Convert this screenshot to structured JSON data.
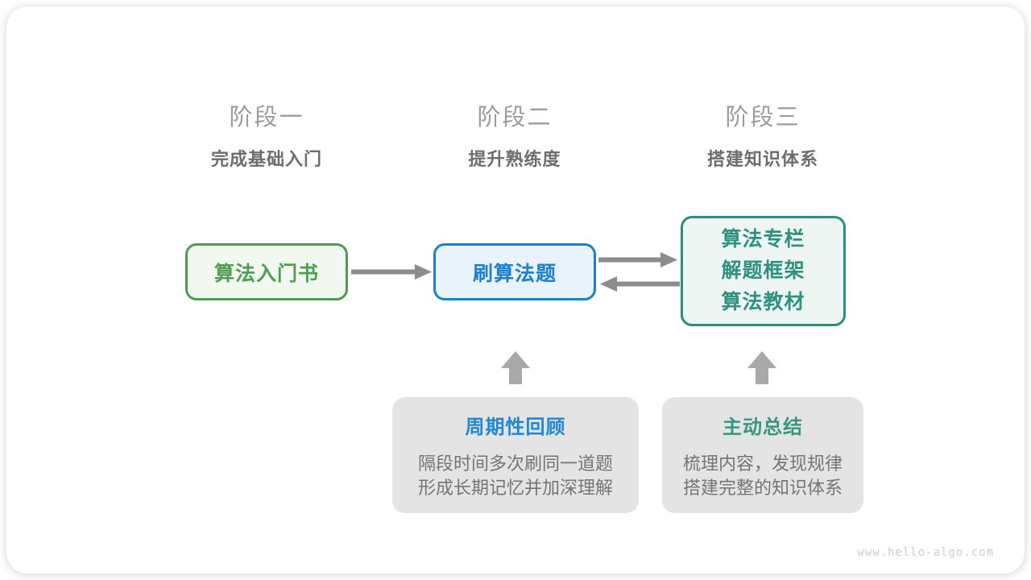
{
  "stages": [
    {
      "label": "阶段一",
      "subtitle": "完成基础入门"
    },
    {
      "label": "阶段二",
      "subtitle": "提升熟练度"
    },
    {
      "label": "阶段三",
      "subtitle": "搭建知识体系"
    }
  ],
  "nodes": {
    "intro_book": {
      "label": "算法入门书"
    },
    "practice": {
      "label": "刷算法题"
    },
    "resources": {
      "lines": [
        "算法专栏",
        "解题框架",
        "算法教材"
      ]
    }
  },
  "notes": [
    {
      "title": "周期性回顾",
      "body_lines": [
        "隔段时间多次刷同一道题",
        "形成长期记忆并加深理解"
      ]
    },
    {
      "title": "主动总结",
      "body_lines": [
        "梳理内容，发现规律",
        "搭建完整的知识体系"
      ]
    }
  ],
  "watermark": "www.hello-algo.com",
  "colors": {
    "green_node_border": "#4f9b51",
    "green_node_bg": "#f1f8ef",
    "blue_node_border": "#1c7fd5",
    "blue_node_bg": "#e9f3fc",
    "teal_node_border": "#2f8e7b",
    "teal_node_bg": "#edf6f2",
    "note_bg": "#e4e4e4",
    "note_title_blue": "#1e87d8",
    "note_title_teal": "#37967f",
    "stage_label_gray": "#9c9c9c",
    "stage_subtitle_gray": "#6d6d6d",
    "connector_gray": "#8c8c8c",
    "up_arrow_gray": "#a9a9a9",
    "watermark_gray": "#cdcdcd"
  }
}
